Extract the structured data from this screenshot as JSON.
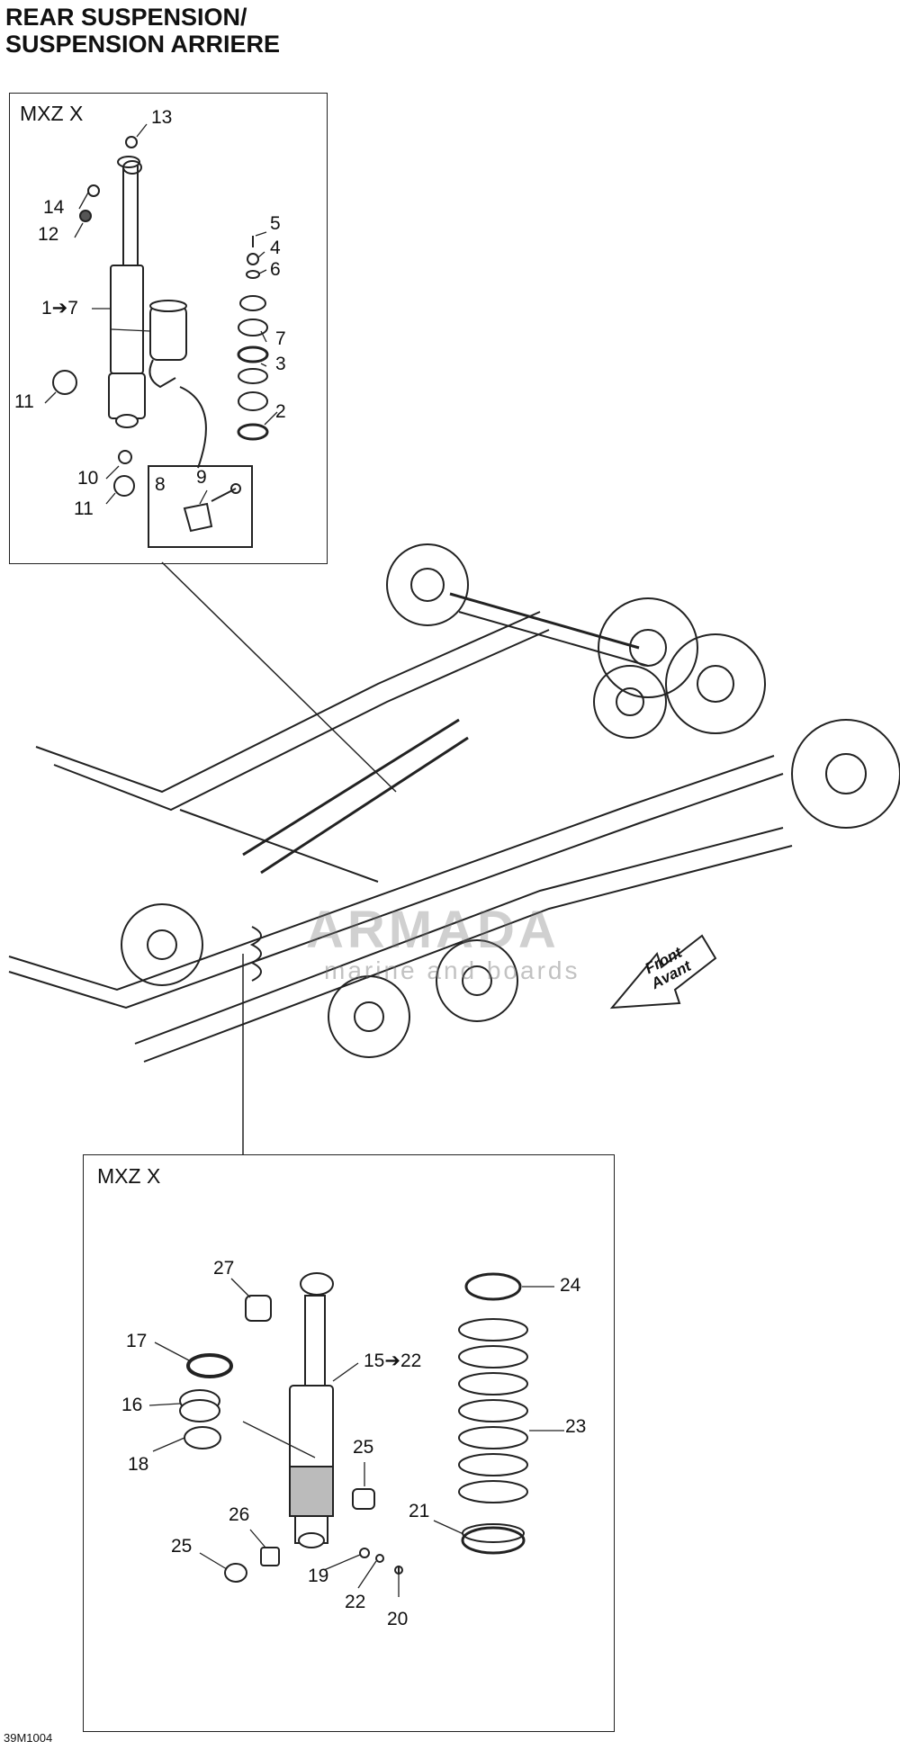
{
  "title": {
    "line1": "REAR SUSPENSION/",
    "line2": "SUSPENSION ARRIERE"
  },
  "top_box": {
    "model": "MXZ X",
    "callouts": {
      "c13": "13",
      "c14": "14",
      "c12": "12",
      "c1to7": "1➔7",
      "c11a": "11",
      "c10": "10",
      "c11b": "11",
      "c5": "5",
      "c4": "4",
      "c6": "6",
      "c7": "7",
      "c3": "3",
      "c2": "2",
      "c8": "8",
      "c9": "9"
    }
  },
  "bottom_box": {
    "model": "MXZ  X",
    "callouts": {
      "c27": "27",
      "c17": "17",
      "c16": "16",
      "c18": "18",
      "c15to22": "15➔22",
      "c25a": "25",
      "c26": "26",
      "c25b": "25",
      "c19": "19",
      "c22": "22",
      "c20": "20",
      "c24": "24",
      "c23": "23",
      "c21": "21"
    }
  },
  "front_label": {
    "line1": "Front",
    "line2": "Avant"
  },
  "watermark": {
    "brand": "ARMADA",
    "tagline": "marine and boards"
  },
  "doc_id": "39M1004"
}
